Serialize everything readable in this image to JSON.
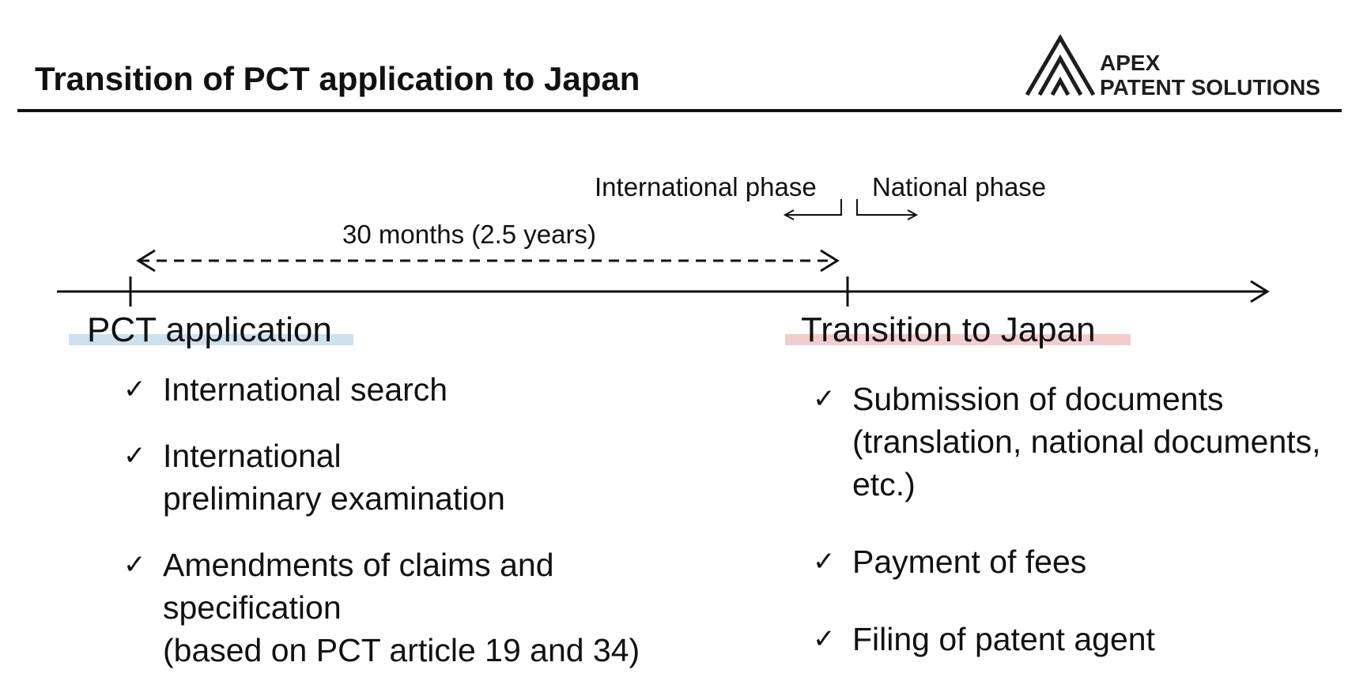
{
  "title": "Transition of PCT application to Japan",
  "logo": {
    "line1": "APEX",
    "line2": "PATENT SOLUTIONS",
    "icon": "triangle-logo-icon",
    "color": "#1e1e1e"
  },
  "timeline": {
    "international_phase": "International phase",
    "national_phase": "National phase",
    "duration": "30 months (2.5 years)"
  },
  "left": {
    "heading": "PCT application",
    "highlight_color": "#cfe0ef",
    "items": [
      {
        "lines": [
          "International search"
        ]
      },
      {
        "lines": [
          "International",
          "preliminary examination"
        ]
      },
      {
        "lines": [
          "Amendments of claims and",
          "specification",
          "(based on PCT article 19 and 34)"
        ]
      }
    ]
  },
  "right": {
    "heading": "Transition to Japan",
    "highlight_color": "#f2cdcd",
    "items": [
      {
        "lines": [
          "Submission of documents",
          "(translation, national documents,",
          "etc.)"
        ]
      },
      {
        "lines": [
          "Payment of fees"
        ]
      },
      {
        "lines": [
          "Filing of patent agent"
        ]
      }
    ]
  },
  "check_symbol": "✓"
}
